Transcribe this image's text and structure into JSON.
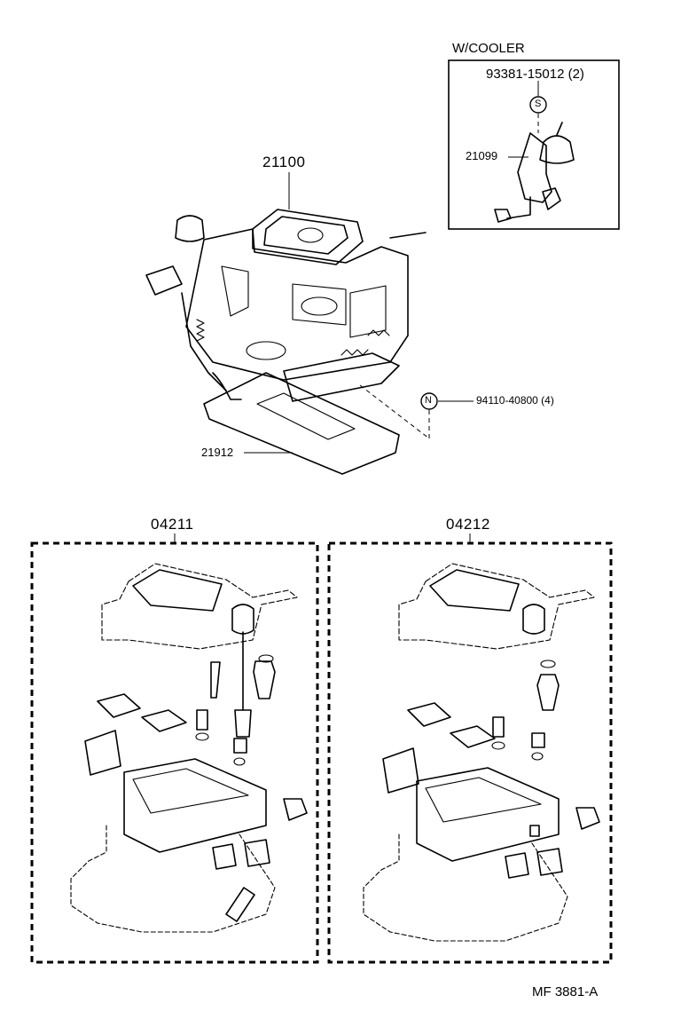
{
  "cooler_box": {
    "title": "W/COOLER",
    "screw_part": "93381-15012 (2)",
    "screw_symbol": "S",
    "actuator_part": "21099"
  },
  "carburetor_assy": {
    "part": "21100",
    "gasket_part": "21912",
    "nut_symbol": "N",
    "nut_part": "94110-40800 (4)"
  },
  "kits": [
    {
      "part": "04211"
    },
    {
      "part": "04212"
    }
  ],
  "footer": {
    "ref": "MF 3881-A"
  }
}
